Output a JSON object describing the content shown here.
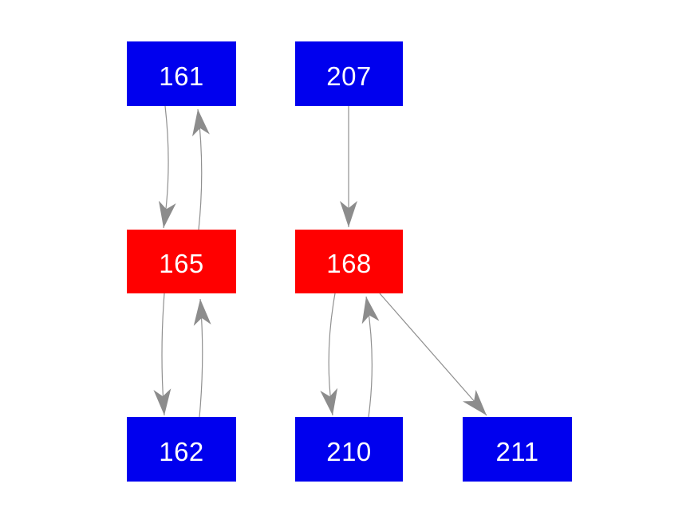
{
  "diagram": {
    "background_color": "#ffffff",
    "edge_color": "#909090",
    "arrowhead_color": "#8c8c8c",
    "node_text_color": "#ffffff",
    "node_colors": {
      "blue": "#0000ee",
      "red": "#ff0000"
    },
    "nodes": [
      {
        "id": "161",
        "label": "161",
        "fill": "#0000ee",
        "color_name": "blue",
        "row": "top",
        "column": "left"
      },
      {
        "id": "207",
        "label": "207",
        "fill": "#0000ee",
        "color_name": "blue",
        "row": "top",
        "column": "middle"
      },
      {
        "id": "165",
        "label": "165",
        "fill": "#ff0000",
        "color_name": "red",
        "row": "middle",
        "column": "left"
      },
      {
        "id": "168",
        "label": "168",
        "fill": "#ff0000",
        "color_name": "red",
        "row": "middle",
        "column": "middle"
      },
      {
        "id": "162",
        "label": "162",
        "fill": "#0000ee",
        "color_name": "blue",
        "row": "bottom",
        "column": "left"
      },
      {
        "id": "210",
        "label": "210",
        "fill": "#0000ee",
        "color_name": "blue",
        "row": "bottom",
        "column": "middle"
      },
      {
        "id": "211",
        "label": "211",
        "fill": "#0000ee",
        "color_name": "blue",
        "row": "bottom",
        "column": "right"
      }
    ],
    "edges": [
      {
        "from": "161",
        "to": "165",
        "style": "curved"
      },
      {
        "from": "165",
        "to": "161",
        "style": "curved"
      },
      {
        "from": "207",
        "to": "168",
        "style": "straight"
      },
      {
        "from": "165",
        "to": "162",
        "style": "curved"
      },
      {
        "from": "162",
        "to": "165",
        "style": "curved"
      },
      {
        "from": "168",
        "to": "210",
        "style": "curved"
      },
      {
        "from": "210",
        "to": "168",
        "style": "curved"
      },
      {
        "from": "168",
        "to": "211",
        "style": "straight"
      }
    ]
  }
}
